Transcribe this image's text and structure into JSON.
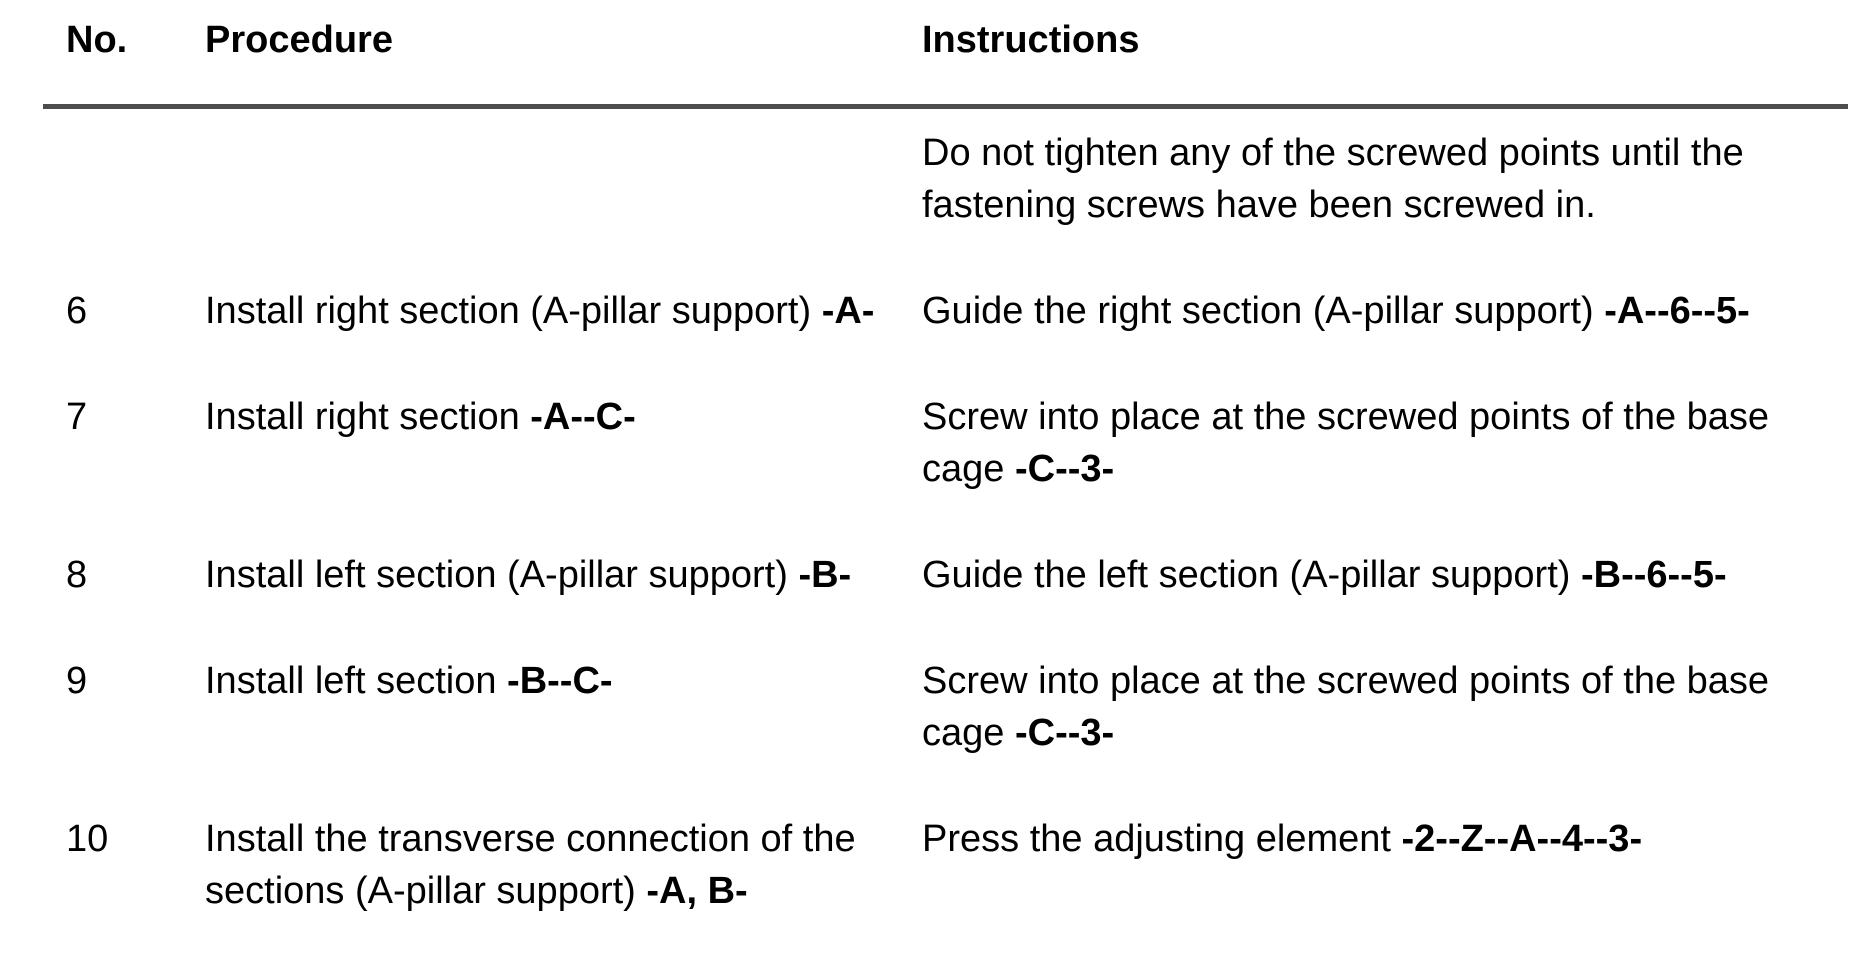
{
  "table": {
    "headers": {
      "no": "No.",
      "procedure": "Procedure",
      "instructions": "Instructions"
    },
    "rule_color": "#4d4d4d",
    "rows": [
      {
        "no": "",
        "procedure": [],
        "instructions": [
          {
            "text": "Do not tighten any of the screwed points until the fastening screws have been screwed in.",
            "bold": false
          }
        ]
      },
      {
        "no": "6",
        "procedure": [
          {
            "text": "Install right section (A-pillar support) ",
            "bold": false
          },
          {
            "text": "-A-",
            "bold": true
          }
        ],
        "instructions": [
          {
            "text": "Guide the right section (A-pillar support) ",
            "bold": false
          },
          {
            "text": "-A--6--5-",
            "bold": true
          }
        ]
      },
      {
        "no": "7",
        "procedure": [
          {
            "text": "Install right section ",
            "bold": false
          },
          {
            "text": "-A--C-",
            "bold": true
          }
        ],
        "instructions": [
          {
            "text": "Screw into place at the screwed points of the base cage ",
            "bold": false
          },
          {
            "text": "-C--3-",
            "bold": true
          }
        ]
      },
      {
        "no": "8",
        "procedure": [
          {
            "text": "Install left section (A-pillar support) ",
            "bold": false
          },
          {
            "text": "-B-",
            "bold": true
          }
        ],
        "instructions": [
          {
            "text": "Guide the left section (A-pillar support) ",
            "bold": false
          },
          {
            "text": "-B--6--5-",
            "bold": true
          }
        ]
      },
      {
        "no": "9",
        "procedure": [
          {
            "text": "Install left section ",
            "bold": false
          },
          {
            "text": "-B--C-",
            "bold": true
          }
        ],
        "instructions": [
          {
            "text": "Screw into place at the screwed points of the base cage ",
            "bold": false
          },
          {
            "text": "-C--3-",
            "bold": true
          }
        ]
      },
      {
        "no": "10",
        "procedure": [
          {
            "text": "Install the transverse connection of the sections (A-pillar support) ",
            "bold": false
          },
          {
            "text": "-A, B-",
            "bold": true
          }
        ],
        "instructions": [
          {
            "text": "Press the adjusting element ",
            "bold": false
          },
          {
            "text": "-2--Z--A--4--3-",
            "bold": true
          }
        ]
      }
    ]
  }
}
